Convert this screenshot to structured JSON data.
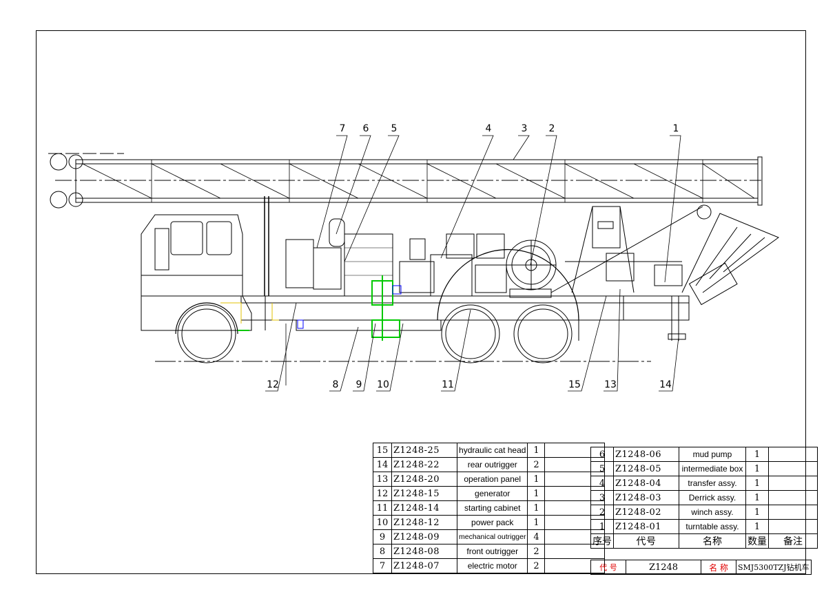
{
  "callouts": [
    {
      "id": "c1",
      "label": "1"
    },
    {
      "id": "c2",
      "label": "2"
    },
    {
      "id": "c3",
      "label": "3"
    },
    {
      "id": "c4",
      "label": "4"
    },
    {
      "id": "c5",
      "label": "5"
    },
    {
      "id": "c6",
      "label": "6"
    },
    {
      "id": "c7",
      "label": "7"
    },
    {
      "id": "c8",
      "label": "8"
    },
    {
      "id": "c9",
      "label": "9"
    },
    {
      "id": "c10",
      "label": "10"
    },
    {
      "id": "c11",
      "label": "11"
    },
    {
      "id": "c12",
      "label": "12"
    },
    {
      "id": "c13",
      "label": "13"
    },
    {
      "id": "c14",
      "label": "14"
    },
    {
      "id": "c15",
      "label": "15"
    }
  ],
  "parts_left": [
    {
      "no": "15",
      "code": "Z1248-25",
      "name": "hydraulic cat head",
      "qty": "1",
      "remark": ""
    },
    {
      "no": "14",
      "code": "Z1248-22",
      "name": "rear outrigger",
      "qty": "2",
      "remark": ""
    },
    {
      "no": "13",
      "code": "Z1248-20",
      "name": "operation panel",
      "qty": "1",
      "remark": ""
    },
    {
      "no": "12",
      "code": "Z1248-15",
      "name": "generator",
      "qty": "1",
      "remark": ""
    },
    {
      "no": "11",
      "code": "Z1248-14",
      "name": "starting cabinet",
      "qty": "1",
      "remark": ""
    },
    {
      "no": "10",
      "code": "Z1248-12",
      "name": "power pack",
      "qty": "1",
      "remark": ""
    },
    {
      "no": "9",
      "code": "Z1248-09",
      "name": "mechanical outrigger",
      "qty": "4",
      "remark": ""
    },
    {
      "no": "8",
      "code": "Z1248-08",
      "name": "front outrigger",
      "qty": "2",
      "remark": ""
    },
    {
      "no": "7",
      "code": "Z1248-07",
      "name": "electric motor",
      "qty": "2",
      "remark": ""
    }
  ],
  "parts_right": [
    {
      "no": "6",
      "code": "Z1248-06",
      "name": "mud pump",
      "qty": "1",
      "remark": ""
    },
    {
      "no": "5",
      "code": "Z1248-05",
      "name": "intermediate box",
      "qty": "1",
      "remark": ""
    },
    {
      "no": "4",
      "code": "Z1248-04",
      "name": "transfer assy.",
      "qty": "1",
      "remark": ""
    },
    {
      "no": "3",
      "code": "Z1248-03",
      "name": "Derrick assy.",
      "qty": "1",
      "remark": ""
    },
    {
      "no": "2",
      "code": "Z1248-02",
      "name": "winch assy.",
      "qty": "1",
      "remark": ""
    },
    {
      "no": "1",
      "code": "Z1248-01",
      "name": "turntable assy.",
      "qty": "1",
      "remark": ""
    }
  ],
  "header": {
    "no": "序号",
    "code": "代号",
    "name": "名称",
    "qty": "数量",
    "remark": "备注"
  },
  "title_block": {
    "code_label": "代 号",
    "code_value": "Z1248",
    "name_label": "名 称",
    "name_value": "SMJ5300TZJ钻机车"
  },
  "colors": {
    "line": "#000000",
    "highlight": "#00c800",
    "accent_blue": "#0000ff",
    "accent_yellow": "#e0c000",
    "title_red": "#e00000"
  }
}
